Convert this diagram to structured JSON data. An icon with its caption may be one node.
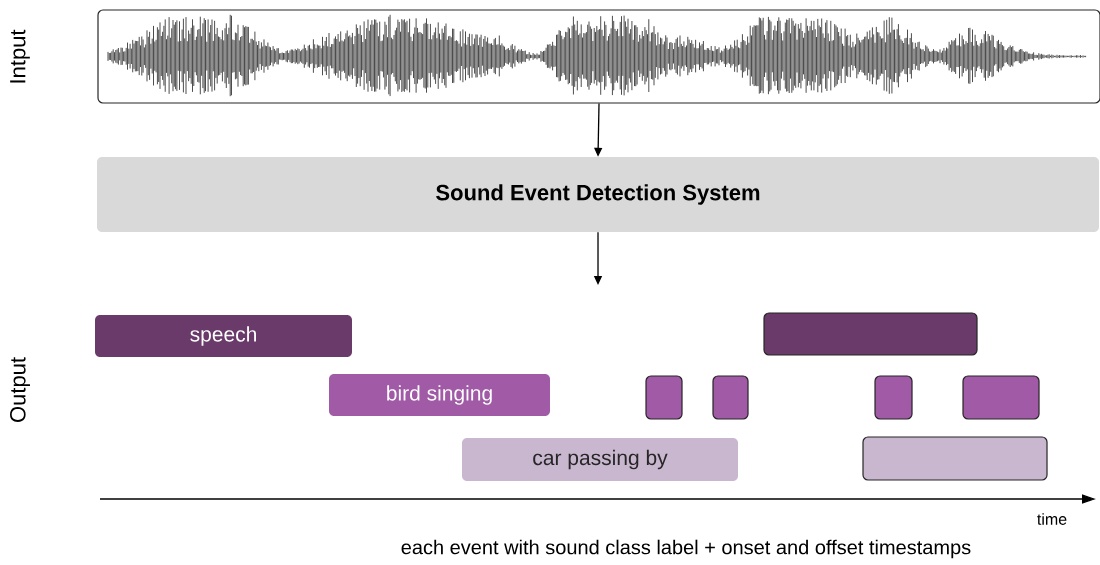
{
  "diagram": {
    "nodes": [
      {
        "text": [],
        "shape": "picture"
      },
      {
        "text": [
          "**Sound Event Detection System**"
        ]
      },
      {
        "text": [
          "speech"
        ]
      },
      {
        "text": [],
        "shape": "box"
      },
      {
        "text": [
          "bird singing"
        ]
      },
      {
        "text": [],
        "shape": "box"
      },
      {
        "text": [],
        "shape": "box"
      },
      {
        "text": [],
        "shape": "box"
      },
      {
        "text": [],
        "shape": "box"
      },
      {
        "text": [
          "car passing by"
        ]
      },
      {
        "text": [],
        "shape": "box"
      }
    ],
    "edges": [
      {
        "from": 0,
        "to": 1,
        "arrow": "to"
      },
      {
        "from": 1,
        "to": null,
        "arrow": "to"
      }
    ],
    "labels": [
      "Intput",
      "Output",
      "time",
      "each event with sound class label + onset and offset timestamps"
    ]
  }
}
